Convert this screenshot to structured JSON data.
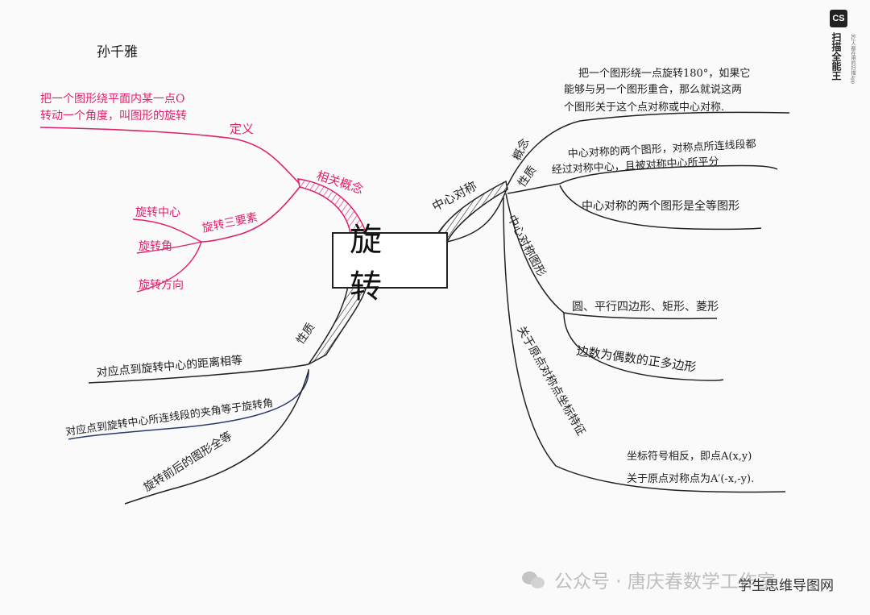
{
  "author": "孙千雅",
  "center_title": "旋 转",
  "left": {
    "related_concepts": "相关概念",
    "definition_label": "定义",
    "definition_text_1": "把一个图形绕平面内某一点O",
    "definition_text_2": "转动一个角度，叫图形的旋转",
    "three_elements": "旋转三要素",
    "elements": [
      "旋转中心",
      "旋转角",
      "旋转方向"
    ],
    "property_label": "性质",
    "properties": [
      "对应点到旋转中心的距离相等",
      "对应点到旋转中心所连线段的夹角等于旋转角",
      "旋转前后的图形全等"
    ]
  },
  "right": {
    "central_symmetry": "中心对称",
    "concept_label": "概念",
    "concept_text_1": "把一个图形绕一点旋转180°，如果它",
    "concept_text_2": "能够与另一个图形重合，那么就说这两",
    "concept_text_3": "个图形关于这个点对称或中心对称.",
    "property_label": "性质",
    "property_text_1": "中心对称的两个图形，对称点所连线段都",
    "property_text_2": "经过对称中心，且被对称中心所平分",
    "property_text_3": "中心对称的两个图形是全等图形",
    "symmetric_figures": "中心对称图形",
    "figures_1": "圆、平行四边形、矩形、菱形",
    "figures_2": "边数为偶数的正多边形",
    "origin_sym": "关于原点对称点坐标特征",
    "coord_1": "坐标符号相反，即点A(x,y)",
    "coord_2": "关于原点对称点为A′(-x,-y)."
  },
  "brand": {
    "logo": "CS",
    "name": "扫描全能王",
    "sub": "3亿人都在用的扫描App"
  },
  "watermark": "公众号 · 唐庆春数学工作室",
  "source": "学生思维导图网",
  "colors": {
    "pink": "#e0206a",
    "ink": "#1e1e1e",
    "navy": "#2a3a6a"
  }
}
